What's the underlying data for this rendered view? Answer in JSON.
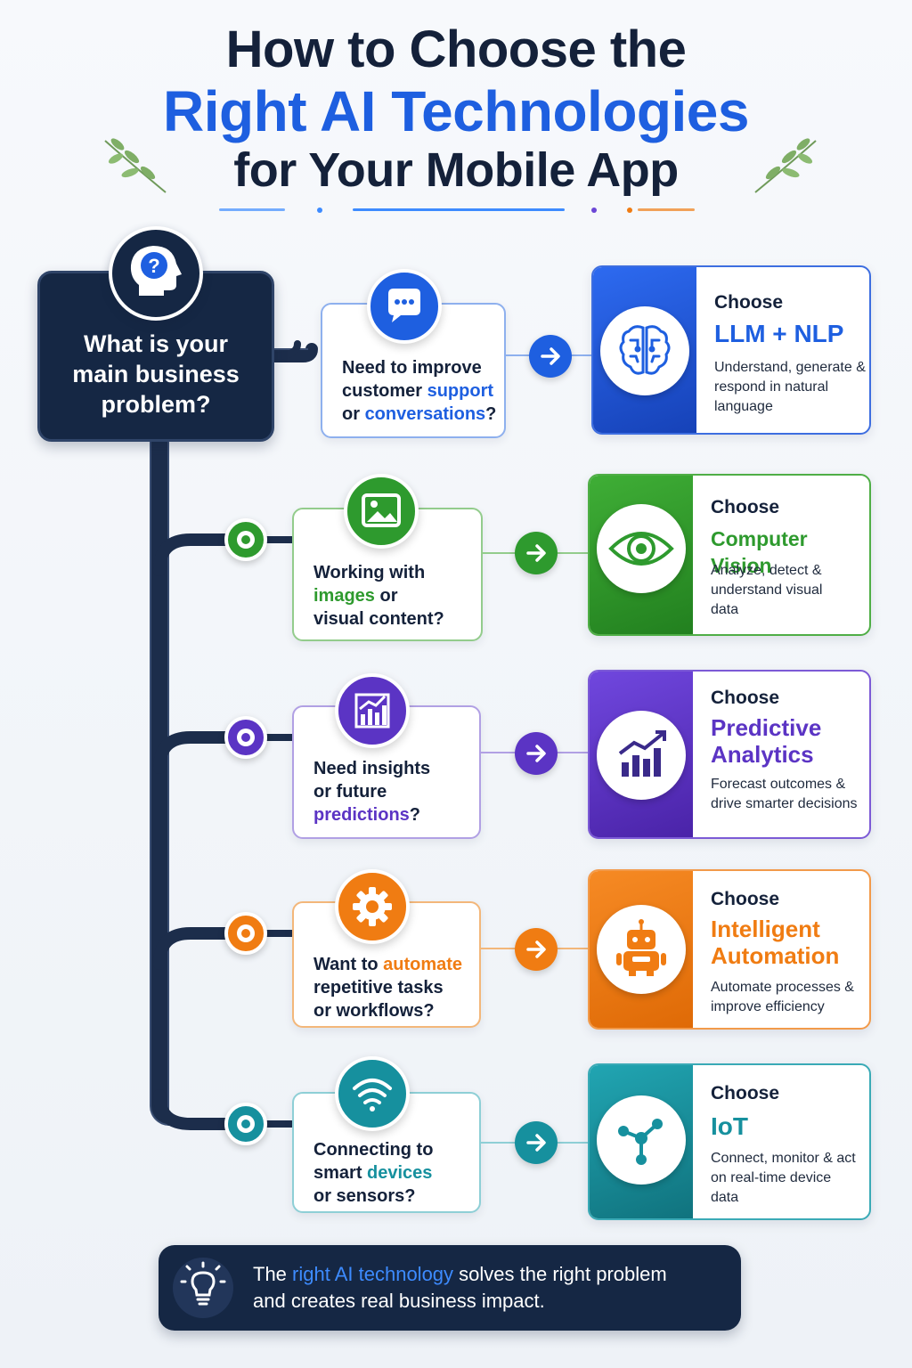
{
  "title": {
    "line1": "How to Choose the",
    "line2": "Right AI Technologies",
    "line3": "for Your Mobile App"
  },
  "main_question": "What is your\nmain business\nproblem?",
  "branches": [
    {
      "color": "#1e5fe0",
      "question": {
        "pre": "Need to improve",
        "mid_pre": "customer ",
        "mid_hl": "support",
        "end_pre": "or ",
        "end_hl": "conversations",
        "end_post": "?"
      },
      "choose_label": "Choose",
      "tech": "LLM + NLP",
      "desc": "Understand, generate & respond in natural language"
    },
    {
      "color": "#2e9a2e",
      "question": {
        "l1": "Working with",
        "l2_hl": "images",
        "l2_post": " or",
        "l3": "visual content?"
      },
      "choose_label": "Choose",
      "tech": "Computer Vision",
      "desc": "Analyze, detect & understand visual data"
    },
    {
      "color": "#5b34c4",
      "question": {
        "l1": "Need insights",
        "l2": "or future",
        "l3_hl": "predictions",
        "l3_post": "?"
      },
      "choose_label": "Choose",
      "tech_l1": "Predictive",
      "tech_l2": "Analytics",
      "desc": "Forecast outcomes & drive smarter decisions"
    },
    {
      "color": "#f07c12",
      "question": {
        "l1_pre": "Want to ",
        "l1_hl": "automate",
        "l2": "repetitive tasks",
        "l3": "or workflows?"
      },
      "choose_label": "Choose",
      "tech_l1": "Intelligent",
      "tech_l2": "Automation",
      "desc": "Automate processes & improve efficiency"
    },
    {
      "color": "#16909e",
      "question": {
        "l1": "Connecting to",
        "l2_pre": "smart ",
        "l2_hl": "devices",
        "l3": "or sensors?"
      },
      "choose_label": "Choose",
      "tech": "IoT",
      "desc": "Connect, monitor & act on real-time device data"
    }
  ],
  "footer": {
    "pre": "The ",
    "hl": "right AI technology",
    "post": " solves the right problem",
    "line2": "and creates real business impact."
  }
}
